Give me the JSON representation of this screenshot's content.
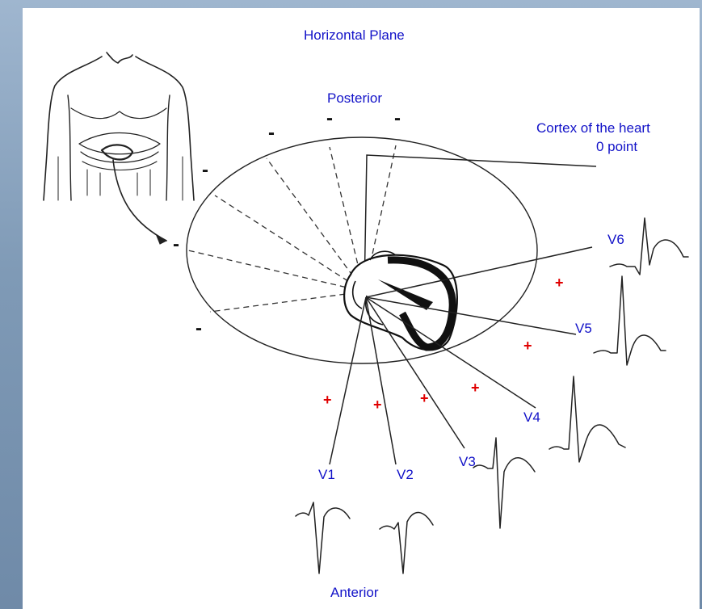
{
  "diagram": {
    "title": "Horizontal Plane",
    "posterior_label": "Posterior",
    "anterior_label": "Anterior",
    "cortex_label_line1": "Cortex of the heart",
    "cortex_label_line2": "0 point",
    "leads": [
      "V1",
      "V2",
      "V3",
      "V4",
      "V5",
      "V6"
    ],
    "negative_sign": "-",
    "positive_sign": "+"
  },
  "colors": {
    "label_blue": "#1212c8",
    "positive_red": "#e00000",
    "negative_black": "#111111",
    "slide_background": "#8aa3bf"
  }
}
